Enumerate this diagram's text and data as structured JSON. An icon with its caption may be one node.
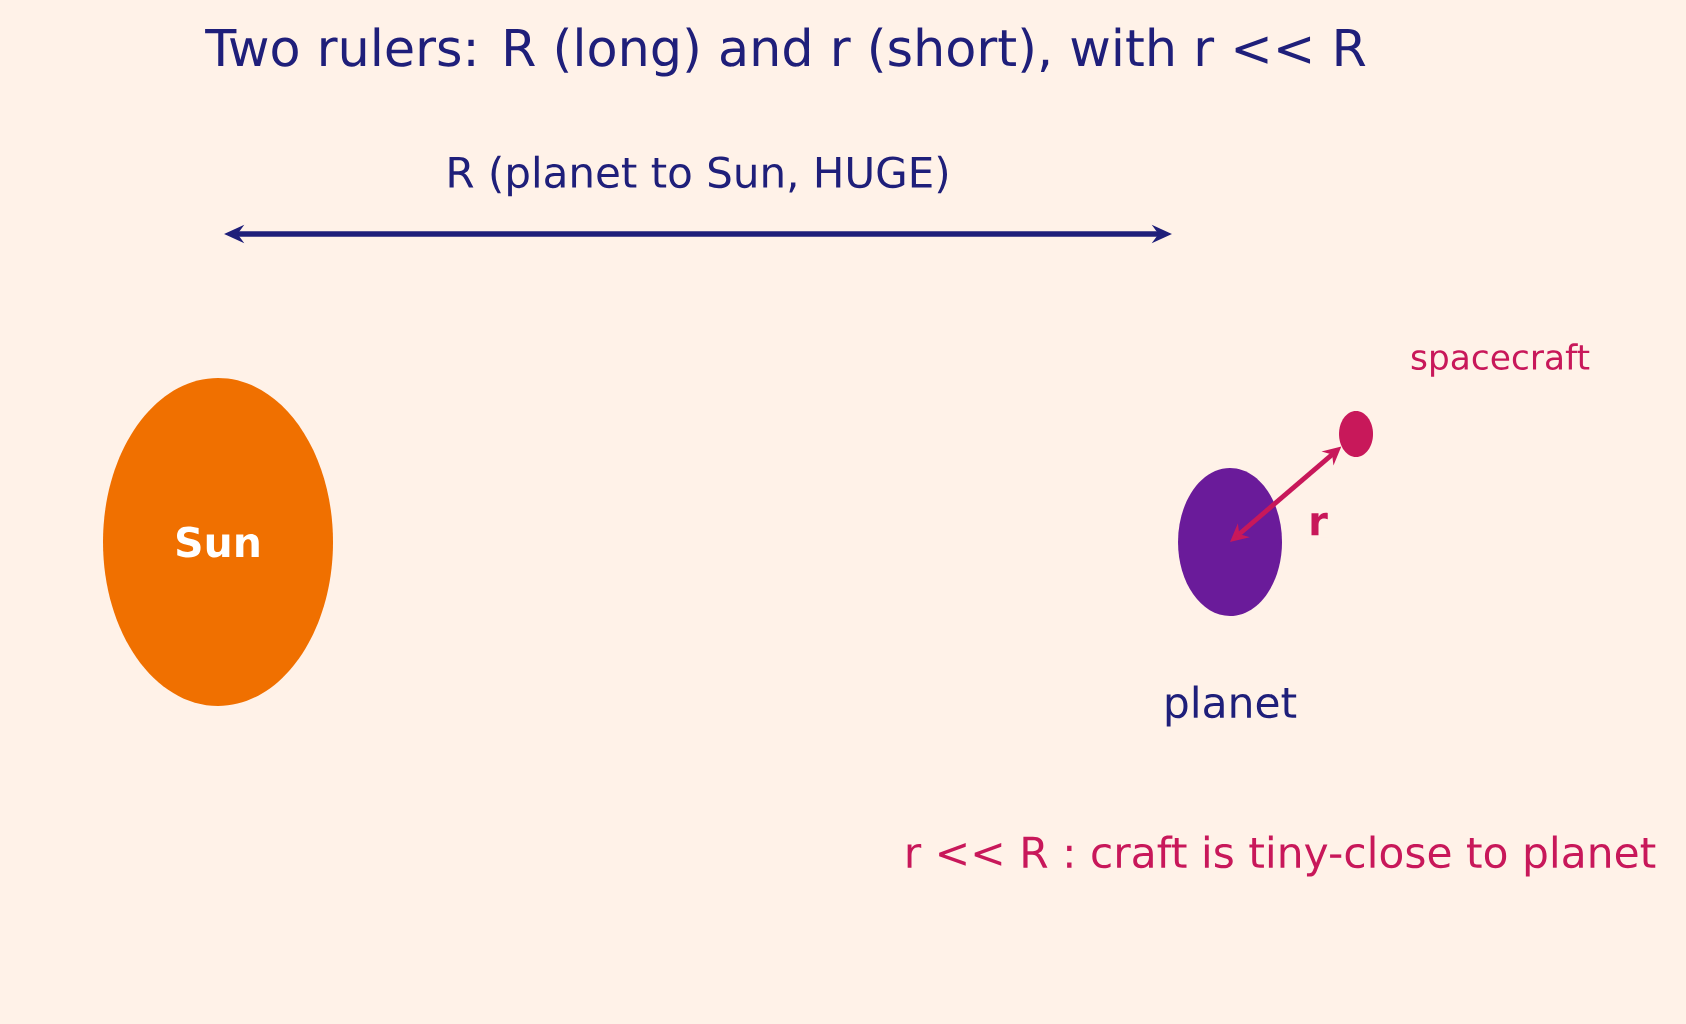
{
  "diagram": {
    "title": "Two rulers: R (long) and r (short), with r << R",
    "nodes": [
      {
        "text": [
          "Sun"
        ]
      },
      {
        "text": [],
        "shape": "circle",
        "beside": [
          "planet"
        ]
      },
      {
        "text": [],
        "shape": "circle",
        "beside": [
          "spacecraft"
        ]
      }
    ],
    "edges": [
      {
        "from": 1,
        "to": 2,
        "arrow": "both",
        "label": "r"
      }
    ],
    "labels": [
      "R (planet to Sun, HUGE)",
      "r << R : craft is tiny-close to planet"
    ]
  }
}
